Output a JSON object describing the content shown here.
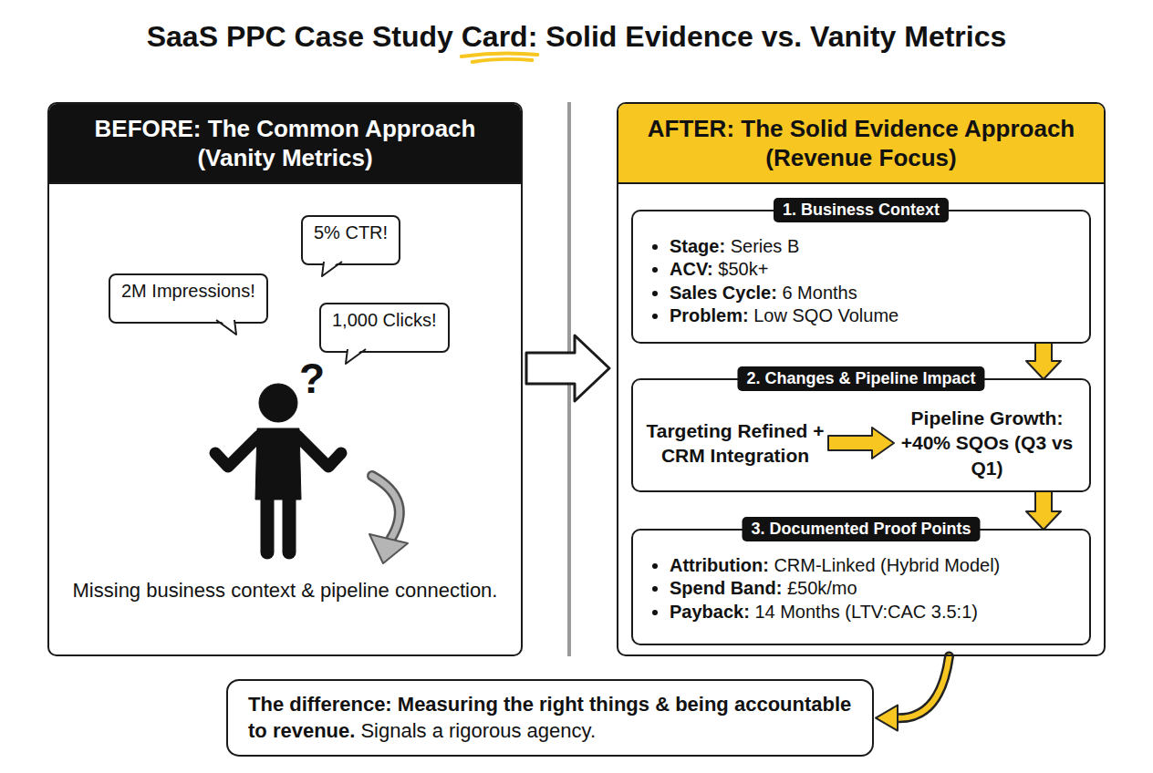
{
  "diagram": {
    "title": "SaaS PPC Case Study Card: Solid Evidence vs. Vanity Metrics",
    "nodes": [
      {
        "text": [
          "BEFORE: The Common Approach (Vanity Metrics)",
          "Missing business context & pipeline connection."
        ]
      },
      {
        "text": [
          "2M Impressions!"
        ],
        "in": 0
      },
      {
        "text": [
          "5% CTR!"
        ],
        "in": 0
      },
      {
        "text": [
          "1,000 Clicks!"
        ],
        "in": 0
      },
      {
        "text": [
          "AFTER: The Solid Evidence Approach (Revenue Focus)"
        ]
      },
      {
        "text": [
          "1. Business Context",
          "Stage: Series B",
          "ACV: $50k+",
          "Sales Cycle: 6 Months",
          "Problem: Low SQO Volume"
        ],
        "in": 4
      },
      {
        "text": [
          "2. Changes & Pipeline Impact",
          "Targeting Refined + CRM Integration",
          "Pipeline Growth: +40% SQOs (Q3 vs Q1)"
        ],
        "in": 4
      },
      {
        "text": [
          "3. Documented Proof Points",
          "Attribution: CRM-Linked (Hybrid Model)",
          "Spend Band: £50k/mo",
          "Payback: 14 Months (LTV:CAC 3.5:1)"
        ],
        "in": 4
      },
      {
        "text": [
          "The difference: Measuring the right things & being accountable to revenue.",
          "Signals a rigorous agency."
        ]
      }
    ],
    "edges": [
      {
        "from": 0,
        "to": 4,
        "arrow": "to"
      },
      {
        "from": 5,
        "to": 6,
        "arrow": "to"
      },
      {
        "from": 6,
        "to": 7,
        "arrow": "to"
      },
      {
        "from": 4,
        "to": 8,
        "arrow": "to"
      }
    ],
    "labels": [
      "?"
    ]
  }
}
